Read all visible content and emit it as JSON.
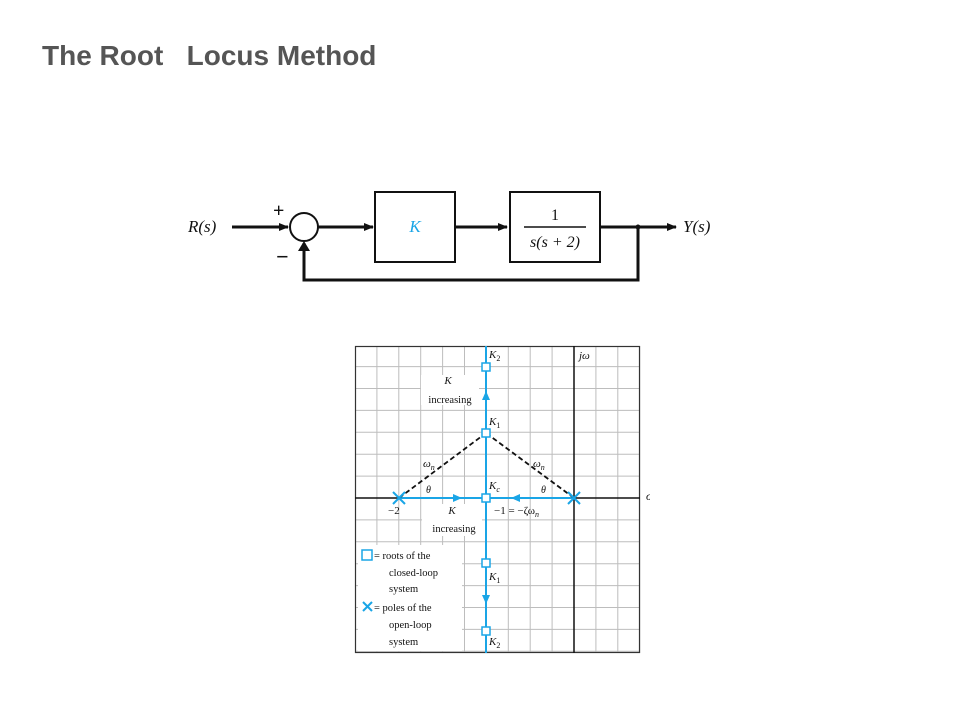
{
  "title": "The Root   Locus Method",
  "colors": {
    "accent": "#1aa5e6",
    "title": "#555555",
    "grid": "#bdbdbd",
    "line": "#111111"
  },
  "block_diagram": {
    "input_label": "R(s)",
    "output_label": "Y(s)",
    "plus_sign": "+",
    "minus_sign": "−",
    "gain_block": "K",
    "plant_numerator": "1",
    "plant_denominator": "s(s + 2)"
  },
  "root_locus": {
    "axis_imag": "jω",
    "axis_real": "σ",
    "tick_minus2": "−2",
    "label_real": "−1 = −ζω",
    "label_real_sub": "n",
    "omega_left": "ω",
    "omega_right": "ω",
    "omega_sub": "n",
    "theta_left": "θ",
    "theta_right": "θ",
    "k_top_label": "K",
    "k_top_sub": "2",
    "k_upper_label": "K",
    "k_upper_sub": "1",
    "kc_label": "K",
    "kc_sub": "c",
    "k_lower_label": "K",
    "k_lower_sub": "1",
    "k_bottom_label": "K",
    "k_bottom_sub": "2",
    "k_inc_vertical_k": "K",
    "k_inc_vertical_text": "increasing",
    "k_inc_horizontal_k": "K",
    "k_inc_horizontal_text": "increasing",
    "legend_roots_eq": "= roots of the",
    "legend_roots_2": "closed-loop",
    "legend_roots_3": "system",
    "legend_poles_eq": "= poles of the",
    "legend_poles_2": "open-loop",
    "legend_poles_3": "system"
  }
}
